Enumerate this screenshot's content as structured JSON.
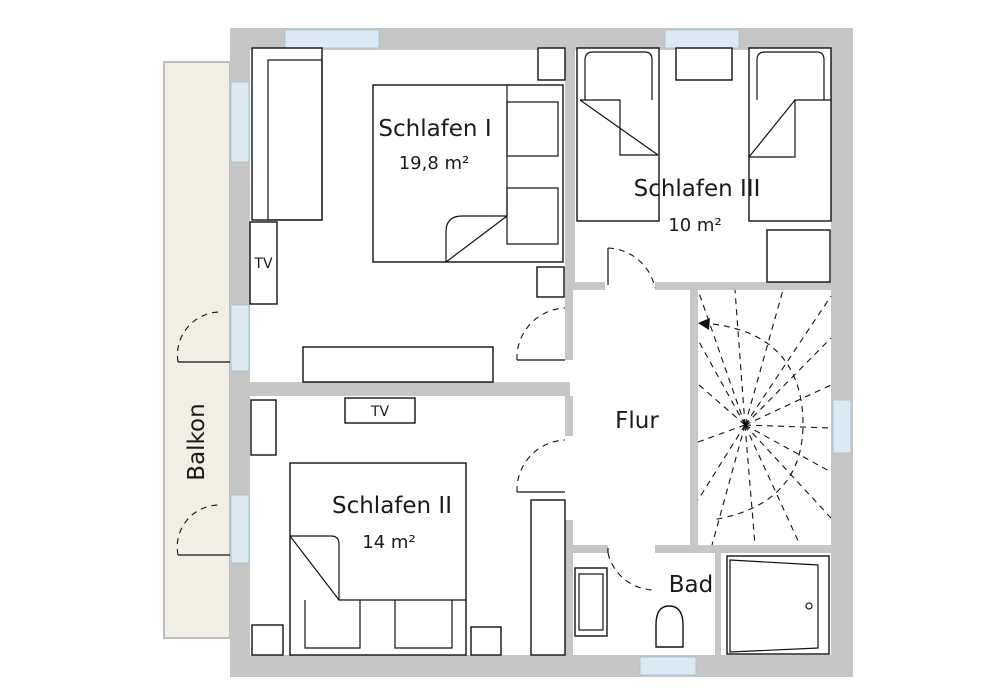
{
  "rooms": {
    "schlafen1": {
      "name": "Schlafen I",
      "area": "19,8 m²"
    },
    "schlafen2": {
      "name": "Schlafen II",
      "area": "14 m²"
    },
    "schlafen3": {
      "name": "Schlafen III",
      "area": "10 m²"
    },
    "flur": {
      "name": "Flur"
    },
    "bad": {
      "name": "Bad"
    },
    "balkon": {
      "name": "Balkon"
    }
  },
  "furniture": {
    "tv1": "TV",
    "tv2": "TV"
  },
  "colors": {
    "wall": "#c6c6c6",
    "window": "#dcebf3",
    "balcony": "#f1efe4",
    "line": "#111111"
  }
}
